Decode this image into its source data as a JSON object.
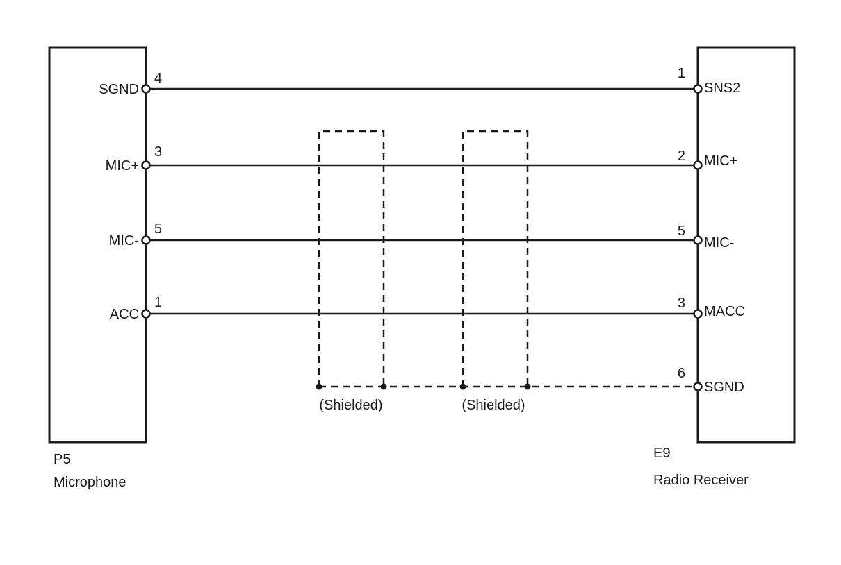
{
  "microphone": {
    "connector_id": "P5",
    "name": "Microphone",
    "pins": [
      {
        "label": "SGND",
        "number": "4"
      },
      {
        "label": "MIC+",
        "number": "3"
      },
      {
        "label": "MIC-",
        "number": "5"
      },
      {
        "label": "ACC",
        "number": "1"
      }
    ]
  },
  "radio_receiver": {
    "connector_id": "E9",
    "name": "Radio Receiver",
    "pins": [
      {
        "label": "SNS2",
        "number": "1"
      },
      {
        "label": "MIC+",
        "number": "2"
      },
      {
        "label": "MIC-",
        "number": "5"
      },
      {
        "label": "MACC",
        "number": "3"
      },
      {
        "label": "SGND",
        "number": "6"
      }
    ]
  },
  "shields": [
    {
      "label": "(Shielded)"
    },
    {
      "label": "(Shielded)"
    }
  ]
}
